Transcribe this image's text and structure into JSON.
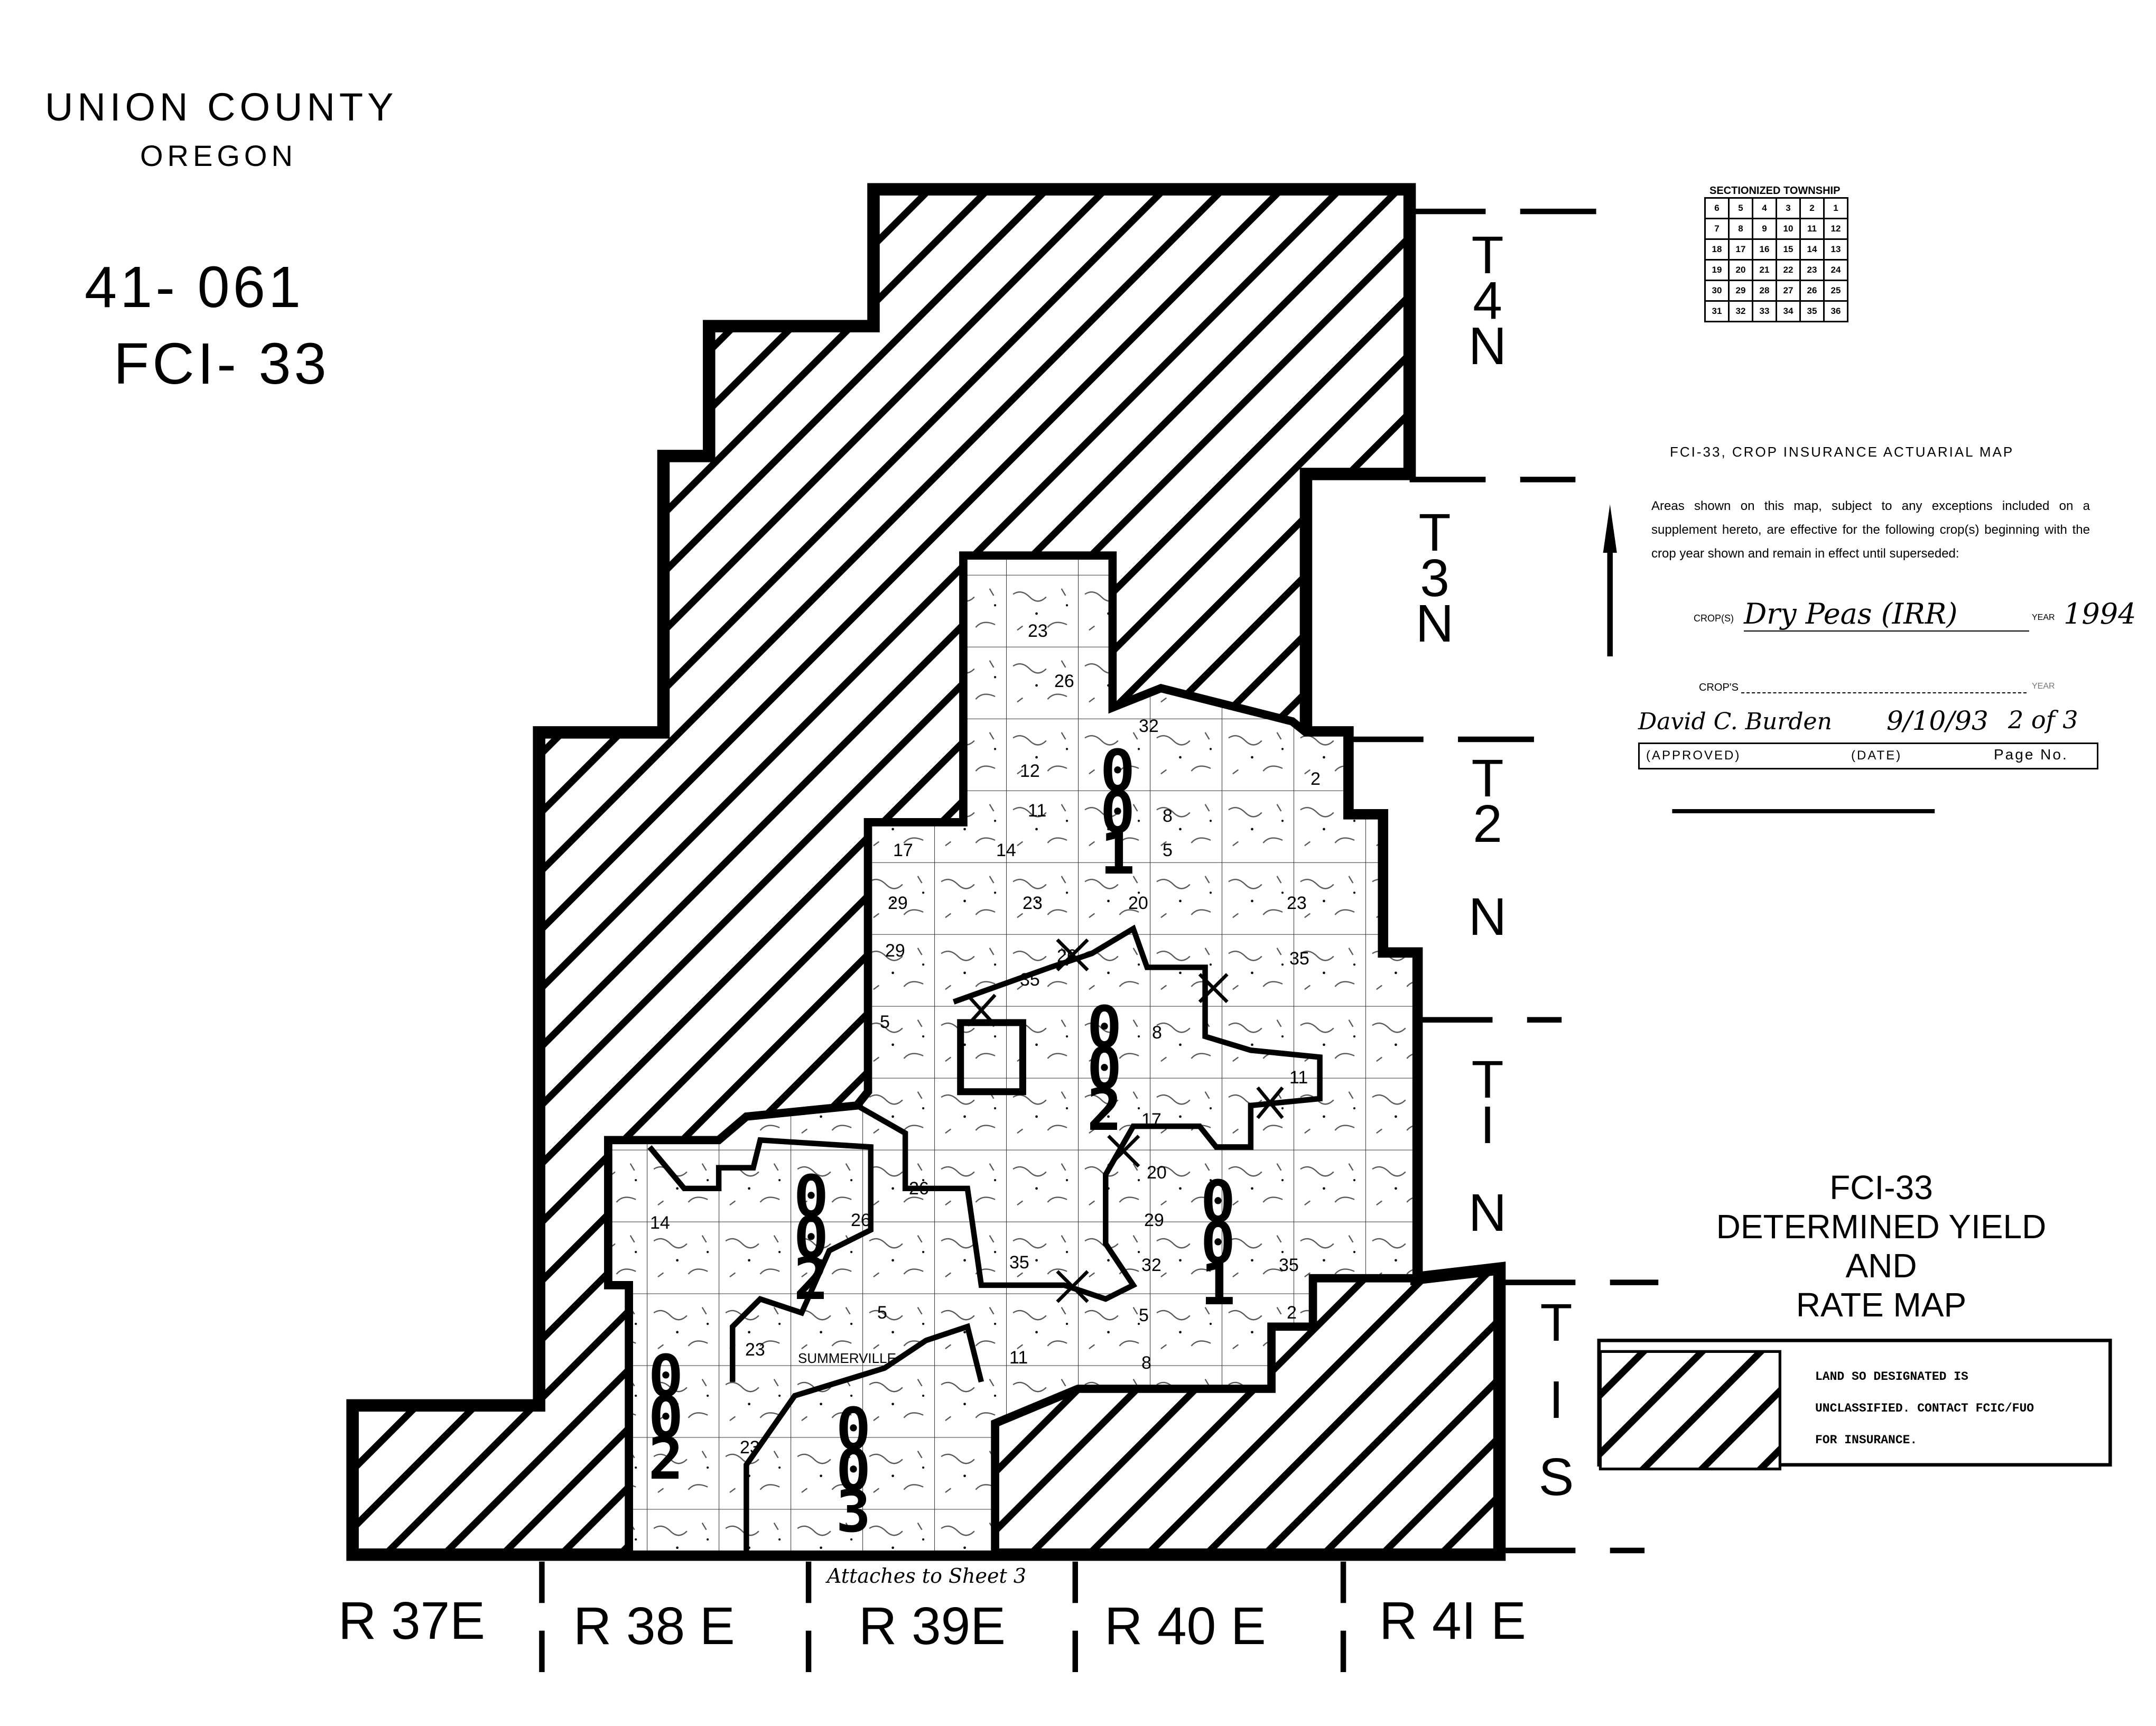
{
  "header": {
    "county": "UNION COUNTY",
    "state": "OREGON",
    "code": "41- 061",
    "map_id": "FCI- 33"
  },
  "townships": [
    {
      "id": "t4n",
      "lines": [
        "T",
        "4",
        "N"
      ]
    },
    {
      "id": "t3n",
      "lines": [
        "T",
        "3",
        "N"
      ]
    },
    {
      "id": "t2n",
      "lines": [
        "T",
        "2",
        "N"
      ]
    },
    {
      "id": "t1n",
      "lines": [
        "T",
        "I",
        "N"
      ]
    },
    {
      "id": "t1s",
      "lines": [
        "T",
        "I",
        "S"
      ]
    }
  ],
  "ranges": [
    "R 37E",
    "R 38 E",
    "R 39E",
    "R 40 E",
    "R 4I E"
  ],
  "zones": [
    {
      "id": "001-north",
      "digits": [
        "0",
        "0",
        "1"
      ]
    },
    {
      "id": "002-center",
      "digits": [
        "0",
        "0",
        "2"
      ]
    },
    {
      "id": "001-east",
      "digits": [
        "0",
        "0",
        "1"
      ]
    },
    {
      "id": "002-west",
      "digits": [
        "0",
        "0",
        "2"
      ]
    },
    {
      "id": "002-southwest",
      "digits": [
        "0",
        "0",
        "2"
      ]
    },
    {
      "id": "003-south",
      "digits": [
        "0",
        "0",
        "3"
      ]
    }
  ],
  "place_label": "SUMMERVILLE",
  "annotation": "Attaches to Sheet 3",
  "sectionized_township": {
    "title": "SECTIONIZED TOWNSHIP",
    "rows": [
      [
        "6",
        "5",
        "4",
        "3",
        "2",
        "1"
      ],
      [
        "7",
        "8",
        "9",
        "10",
        "11",
        "12"
      ],
      [
        "18",
        "17",
        "16",
        "15",
        "14",
        "13"
      ],
      [
        "19",
        "20",
        "21",
        "22",
        "23",
        "24"
      ],
      [
        "30",
        "29",
        "28",
        "27",
        "26",
        "25"
      ],
      [
        "31",
        "32",
        "33",
        "34",
        "35",
        "36"
      ]
    ]
  },
  "actuarial": {
    "heading": "FCI-33, CROP INSURANCE ACTUARIAL MAP",
    "statement": "Areas shown on this map, subject to any exceptions included on a supplement hereto, are effective for the following crop(s) beginning with the crop year shown and remain in effect until superseded:",
    "crops_label": "CROP(S)",
    "crops_value": "Dry Peas (IRR)",
    "year_label": "YEAR",
    "year_value": "1994",
    "crops2_label": "CROP'S",
    "year2_label": "YEAR",
    "signature": "David C. Burden",
    "date_value": "9/10/93",
    "page_value": "2 of 3",
    "approved_label": "(APPROVED)",
    "date_label": "(DATE)",
    "page_label": "Page No."
  },
  "map_title": {
    "line1": "FCI-33",
    "line2": "DETERMINED YIELD",
    "line3": "AND",
    "line4": "RATE MAP"
  },
  "legend": {
    "hatch_meaning_lines": [
      "LAND SO DESIGNATED IS",
      "UNCLASSIFIED.  CONTACT FCIC/FUO",
      "FOR INSURANCE."
    ]
  },
  "sections": [
    "23",
    "26",
    "32",
    "12",
    "11",
    "8",
    "5",
    "17",
    "14",
    "29",
    "23",
    "20",
    "23",
    "29",
    "26",
    "35",
    "35",
    "5",
    "8",
    "11",
    "17",
    "20",
    "29",
    "32",
    "35",
    "2",
    "5",
    "8",
    "11",
    "23",
    "35",
    "26",
    "14",
    "2",
    "5",
    "26",
    "23"
  ]
}
